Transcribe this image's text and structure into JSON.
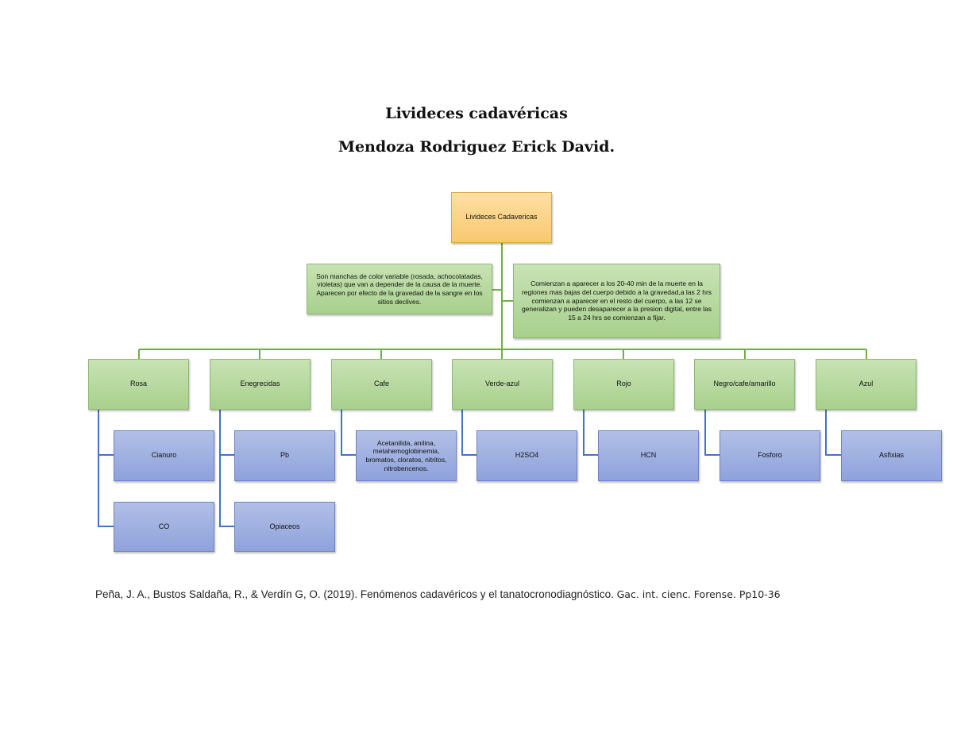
{
  "title": "Livideces cadavéricas",
  "author": "Mendoza Rodriguez Erick David.",
  "diagram": {
    "root": "Livideces Cadavericas",
    "description_left": "Son manchas de color variable (rosada, achocolatadas, violetas) que van a depender de la causa de la muerte. Aparecen por efecto de la gravedad de la sangre en los sitios declives.",
    "description_right": "Comienzan a aparecer a los 20-40 min de la muerte en la regiones mas bajas del cuerpo debido a la gravedad,a las 2 hrs comienzan a aparecer en el resto del cuerpo, a las 12 se generalizan y pueden desaparecer a la presion digital, entre las 15 a 24 hrs se comienzan a fijar.",
    "categories": [
      {
        "label": "Rosa",
        "causes": [
          "Cianuro",
          "CO"
        ]
      },
      {
        "label": "Enegrecidas",
        "causes": [
          "Pb",
          "Opiaceos"
        ]
      },
      {
        "label": "Cafe",
        "causes": [
          "Acetanilida, anilina, metahemoglobinemia, bromatos, cloratos, nitritos, nitrobencenos."
        ]
      },
      {
        "label": "Verde-azul",
        "causes": [
          "H2SO4"
        ]
      },
      {
        "label": "Rojo",
        "causes": [
          "HCN"
        ]
      },
      {
        "label": "Negro/cafe/amarillo",
        "causes": [
          "Fosforo"
        ]
      },
      {
        "label": "Azul",
        "causes": [
          "Asfixias"
        ]
      }
    ],
    "colors": {
      "root": "#f9c870",
      "category": "#a8d08d",
      "cause": "#8ea2dc",
      "green_line": "#70ad47",
      "blue_line": "#4472c4"
    }
  },
  "citation": {
    "main": "Peña, J. A., Bustos Saldaña, R., & Verdín G, O. (2019). Fenómenos cadavéricos y el tanatocronodiagnóstico. ",
    "journal": "Gac. int. cienc. Forense. Pp10-36"
  }
}
